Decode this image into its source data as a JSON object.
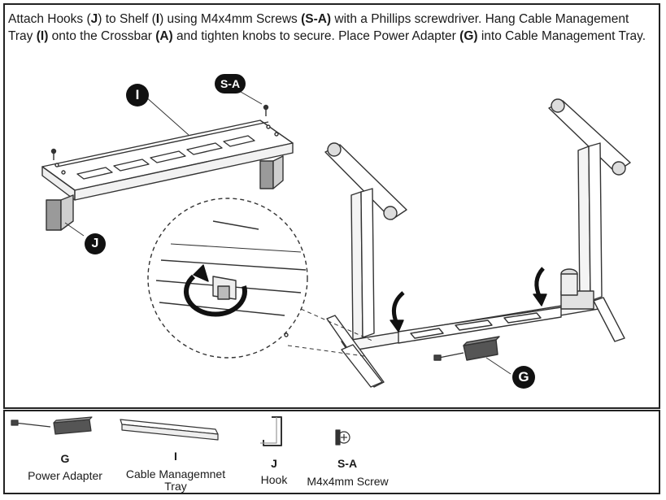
{
  "instructions": {
    "p1": "Attach Hooks (",
    "j1": "J",
    "p2": ") to Shelf (",
    "i1": "I",
    "p3": ") using M4x4mm Screws ",
    "sa1": "(S-A)",
    "p4": " with a Phillips screwdriver.  Hang Cable Management Tray ",
    "i2": "(I)",
    "p5": " onto the Crossbar ",
    "a1": "(A)",
    "p6": " and tighten knobs to secure. Place Power Adapter ",
    "g1": "(G)",
    "p7": " into Cable Management Tray."
  },
  "callouts": {
    "tray": "I",
    "screw": "S-A",
    "hook": "J",
    "adapter": "G"
  },
  "parts": [
    {
      "code": "G",
      "name": "Power Adapter",
      "icon": "power-adapter-icon"
    },
    {
      "code": "I",
      "name": "Cable Managemnet Tray",
      "icon": "cable-tray-icon"
    },
    {
      "code": "J",
      "name": "Hook",
      "icon": "hook-icon"
    },
    {
      "code": "S-A",
      "name": "M4x4mm Screw",
      "icon": "screw-icon"
    }
  ]
}
